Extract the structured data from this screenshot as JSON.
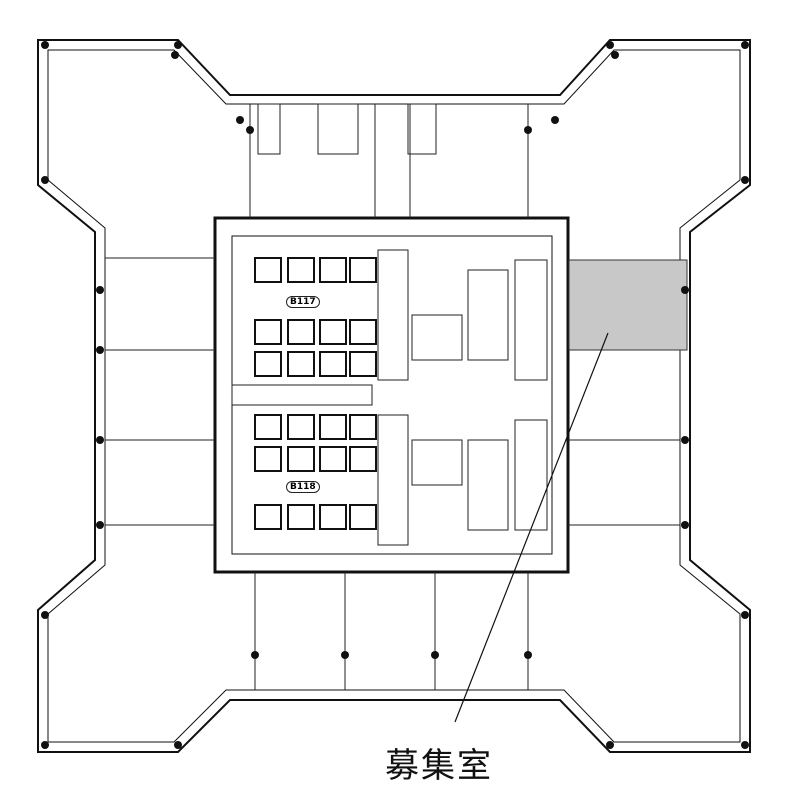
{
  "plan": {
    "callout_label": "募集室",
    "room_tags": [
      "B117",
      "B118"
    ],
    "highlight_color": "#c8c8c8"
  }
}
